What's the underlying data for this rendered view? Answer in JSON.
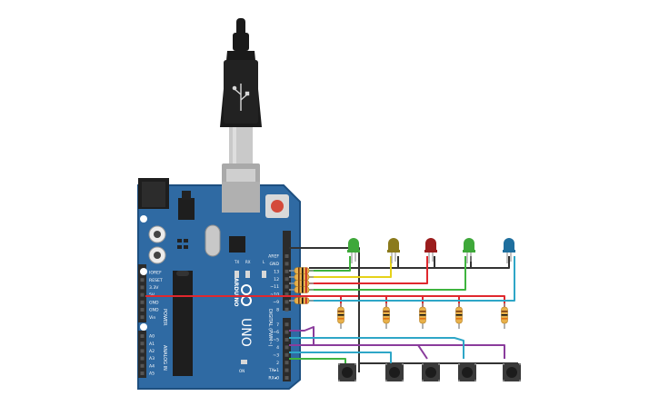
{
  "board": {
    "brand": "ARDUINO",
    "model": "UNO",
    "digital_header_title": "DIGITAL (PWM~)",
    "power_header_title": "POWER",
    "analog_header_title": "ANALOG IN",
    "tx_label": "TX",
    "rx_label": "RX",
    "l_label": "L",
    "on_label": "ON",
    "digital_pins": [
      "AREF",
      "GND",
      "13",
      "12",
      "~11",
      "~10",
      "~9",
      "8",
      "7",
      "~6",
      "~5",
      "4",
      "~3",
      "2",
      "TX▸1",
      "RX◂0"
    ],
    "power_pins": [
      "IOREF",
      "RESET",
      "3.3V",
      "5V",
      "GND",
      "GND",
      "Vin"
    ],
    "analog_pins": [
      "A0",
      "A1",
      "A2",
      "A3",
      "A4",
      "A5"
    ]
  },
  "colors": {
    "board": "#2f6aa3",
    "board_edge": "#1d4f80",
    "header": "#2b2b2b",
    "wire_red": "#e0282e",
    "wire_black": "#333333",
    "wire_green": "#3fb43f",
    "wire_yellow": "#e6d219",
    "wire_cyan": "#2ea6c7",
    "wire_purple": "#8a3c9c",
    "led_green": "#3fa83a",
    "led_olive": "#8b7a1c",
    "led_red": "#9b1d1d",
    "led_blue": "#1f6f9e"
  },
  "components": {
    "leds": [
      "led-green",
      "led-olive",
      "led-red",
      "led-green",
      "led-blue"
    ],
    "resistor_count": 9,
    "button_count": 5
  }
}
